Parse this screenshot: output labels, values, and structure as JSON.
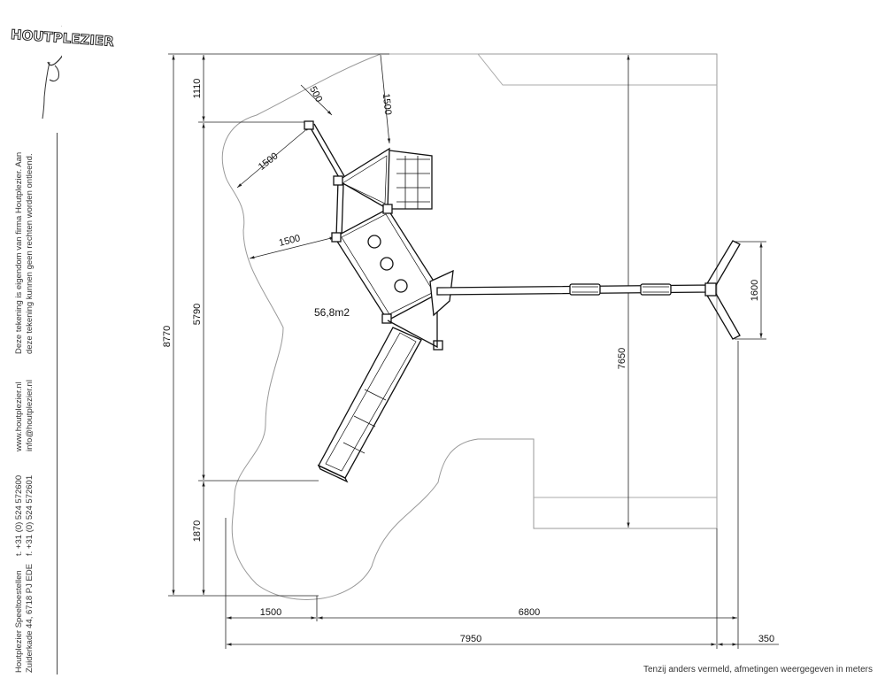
{
  "logo": {
    "text": "HOUTPLEZIER"
  },
  "company": {
    "name": "Houtplezier Speeltoestellen",
    "address": "Zuiderkade 44, 6718 PJ EDE",
    "phone": "t. +31 (0) 524 572600",
    "fax": "f. +31 (0) 524 572601",
    "website": "www.houtplezier.nl",
    "email": "info@houtplezier.nl",
    "notice_line1": "Deze tekening is eigendom van firma Houtplezier. Aan",
    "notice_line2": "deze tekening kunnen geen rechten worden ontleend."
  },
  "drawing": {
    "area_label": "56,8m2",
    "dimensions": {
      "overall_height": "8770",
      "top_offset": "1110",
      "middle_height": "5790",
      "bottom_height": "1870",
      "right_height": "7650",
      "swing_width": "1600",
      "bottom_left": "1500",
      "bottom_mid": "6800",
      "overall_width": "7950",
      "right_extra": "350",
      "post_offset": "500",
      "top_right_clearance": "1500",
      "clearance_upper": "1500",
      "clearance_lower": "1500"
    }
  },
  "footnote": "Tenzij anders vermeld, afmetingen weergegeven in meters"
}
